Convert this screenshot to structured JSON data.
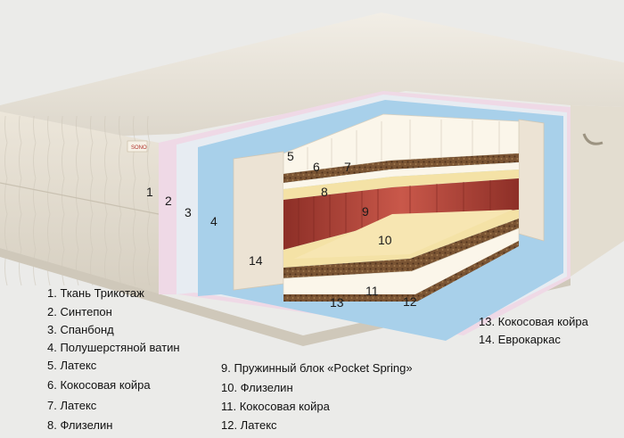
{
  "brand_label": "SONO",
  "numbers": [
    "1",
    "2",
    "3",
    "4",
    "5",
    "6",
    "7",
    "8",
    "9",
    "10",
    "11",
    "12",
    "13",
    "14"
  ],
  "legend": [
    "1. Ткань Трикотаж",
    "2. Синтепон",
    "3. Спанбонд",
    "4. Полушерстяной ватин",
    "5. Латекс",
    "6. Кокосовая койра",
    "7. Латекс",
    "8. Флизелин",
    "9. Пружинный блок «Pocket Spring»",
    "10. Флизелин",
    "11. Кокосовая койра",
    "12. Латекс",
    "13. Кокосовая койра",
    "14. Еврокаркас"
  ],
  "colors": {
    "background": "#ebebe9",
    "fabric": "#e9e3d6",
    "sintepon": "#efd9e6",
    "spunbond": "#e7ecf2",
    "wool_batting": "#a8d0ea",
    "latex": "#fbf6ea",
    "coir": "#6b4a2e",
    "fleece": "#f4e2a6",
    "springs": "#b5483c",
    "euroframe": "#ece3d4"
  }
}
